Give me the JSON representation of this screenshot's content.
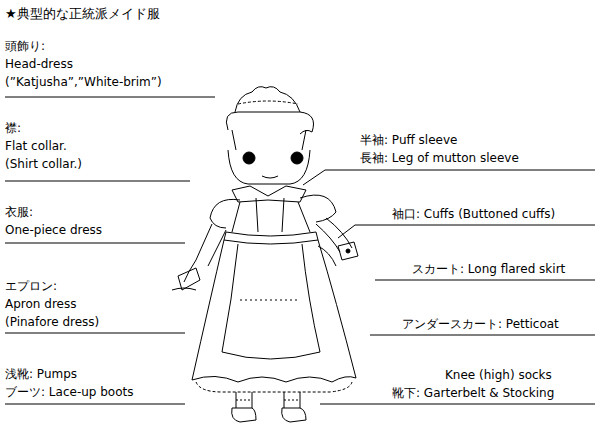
{
  "diagram": {
    "title": "★典型的な正統派メイド服",
    "labels": [
      "頭飾り:",
      "Head-dress",
      "(”Katjusha”,”White-brim”)",
      "襟:",
      "Flat collar.",
      "(Shirt collar.)",
      "衣服:",
      "One-piece dress",
      "エプロン:",
      "Apron dress",
      "(Pinafore dress)",
      "浅靴: Pumps",
      "ブーツ: Lace-up boots",
      "半袖: Puff sleeve",
      "長袖: Leg of mutton sleeve",
      "袖口: Cuffs (Buttoned cuffs)",
      "スカート: Long flared skirt",
      "アンダースカート: Petticoat",
      "Knee (high) socks",
      "靴下: Garterbelt & Stocking"
    ]
  }
}
